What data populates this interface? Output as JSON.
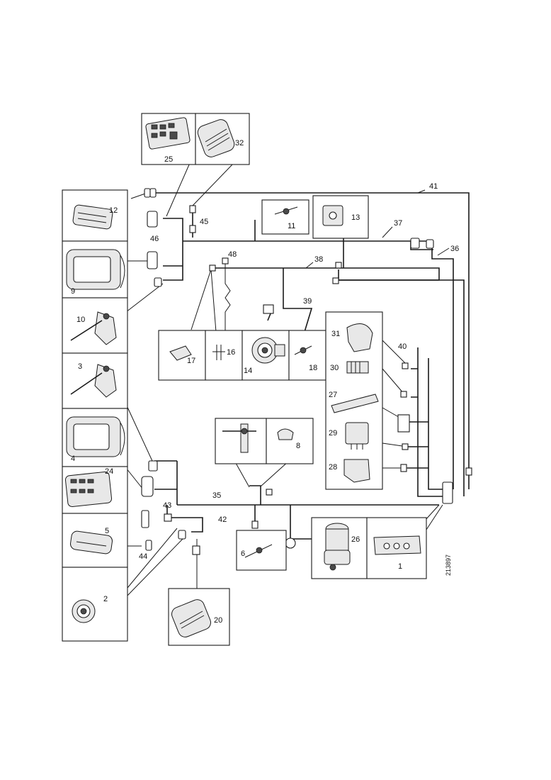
{
  "labels": {
    "n1": "1",
    "n2": "2",
    "n3": "3",
    "n4": "4",
    "n5": "5",
    "n6": "6",
    "n8": "8",
    "n9": "9",
    "n10": "10",
    "n11": "11",
    "n12": "12",
    "n13": "13",
    "n14": "14",
    "n16": "16",
    "n17": "17",
    "n18": "18",
    "n20": "20",
    "n24": "24",
    "n25": "25",
    "n26": "26",
    "n27": "27",
    "n28": "28",
    "n29": "29",
    "n30": "30",
    "n31": "31",
    "n32": "32",
    "n35": "35",
    "n36": "36",
    "n37": "37",
    "n38": "38",
    "n39": "39",
    "n40": "40",
    "n41": "41",
    "n42": "42",
    "n43": "43",
    "n44": "44",
    "n45": "45",
    "n46": "46",
    "n48": "48"
  },
  "reference_number": "213897"
}
